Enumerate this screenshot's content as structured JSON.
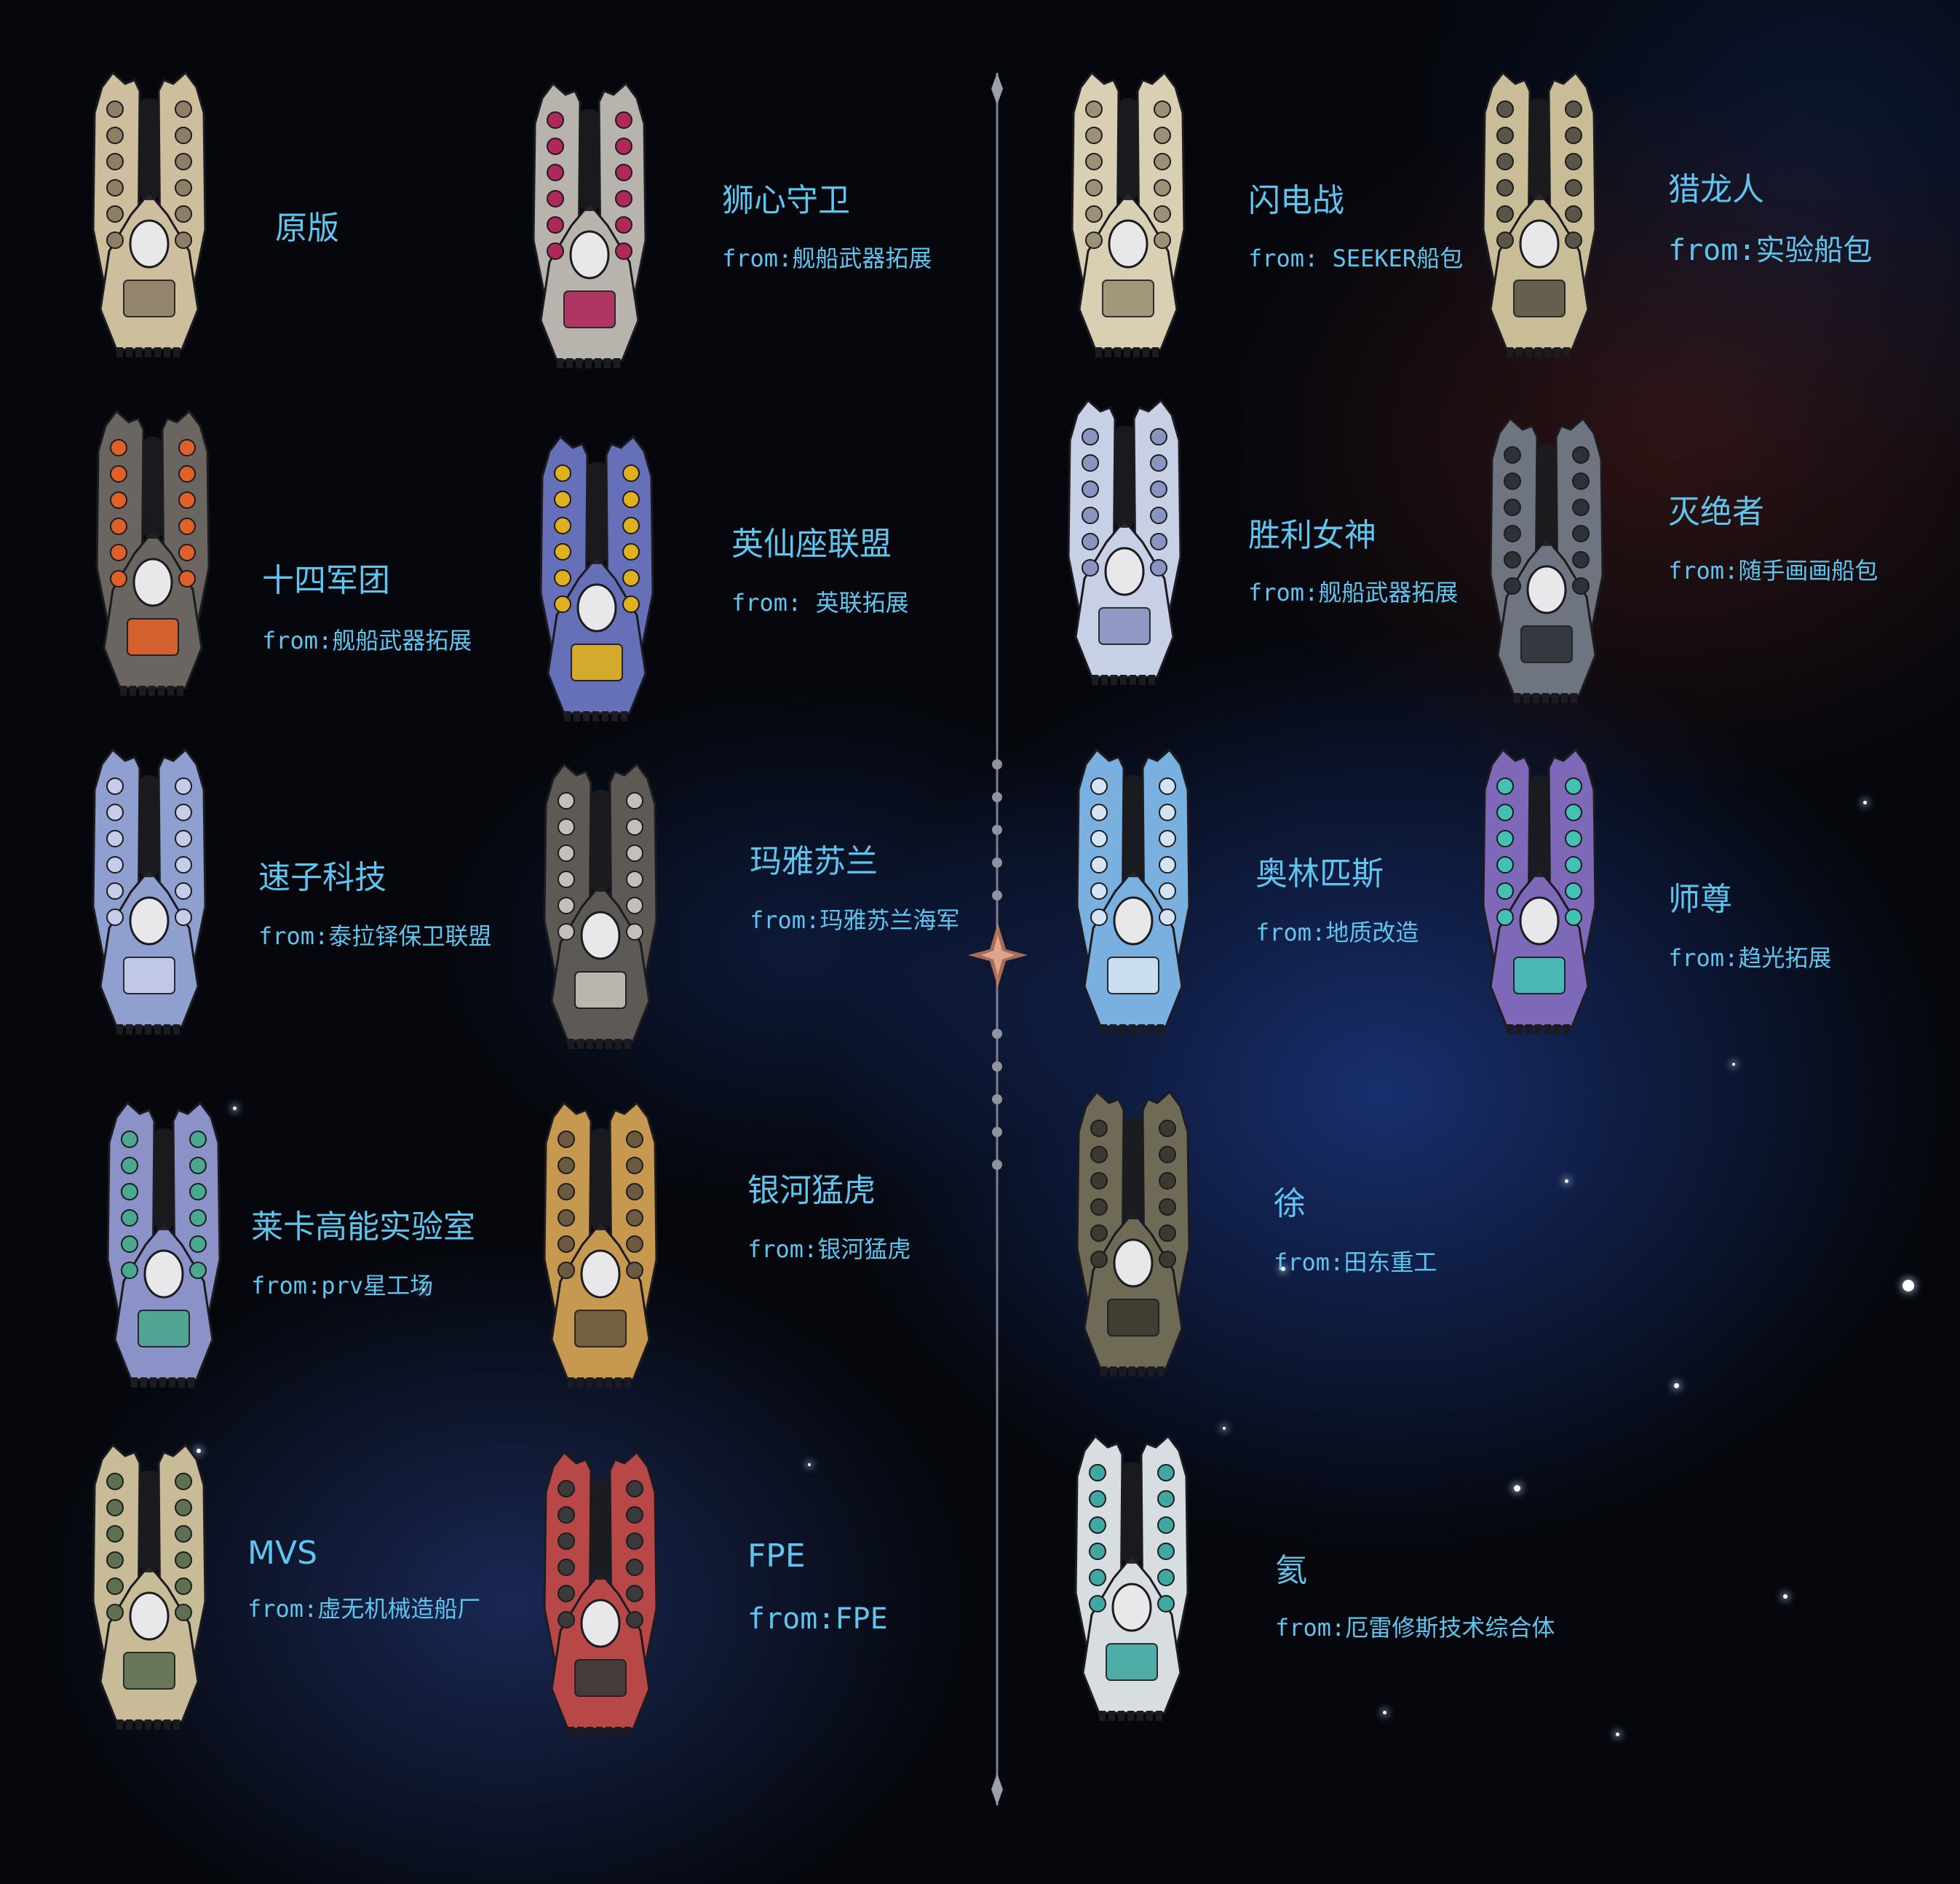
{
  "colors": {
    "label_text": "#5fc4ee",
    "divider_line": "#7c808a",
    "divider_accent": "#c77a5a"
  },
  "ships": [
    {
      "name": "原版",
      "from": "",
      "hull": "#cdbf9d",
      "accent": "#8c7f66"
    },
    {
      "name": "狮心守卫",
      "from": "from:舰船武器拓展",
      "hull": "#b8b3ad",
      "accent": "#b0285a"
    },
    {
      "name": "闪电战",
      "from": "from: SEEKER船包",
      "hull": "#d9cfb3",
      "accent": "#9c9176"
    },
    {
      "name": "猎龙人",
      "from": "from:实验船包",
      "hull": "#c9bd98",
      "accent": "#5a5548"
    },
    {
      "name": "十四军团",
      "from": "from:舰船武器拓展",
      "hull": "#6a6560",
      "accent": "#e0602a"
    },
    {
      "name": "英仙座联盟",
      "from": "from: 英联拓展",
      "hull": "#6570b8",
      "accent": "#e0b020"
    },
    {
      "name": "胜利女神",
      "from": "from:舰船武器拓展",
      "hull": "#c8d0e6",
      "accent": "#8a94c0"
    },
    {
      "name": "灭绝者",
      "from": "from:随手画画船包",
      "hull": "#6f7580",
      "accent": "#2e3238"
    },
    {
      "name": "速子科技",
      "from": "from:泰拉铎保卫联盟",
      "hull": "#8f9fd0",
      "accent": "#c6cde8"
    },
    {
      "name": "玛雅苏兰",
      "from": "from:玛雅苏兰海军",
      "hull": "#5d5a55",
      "accent": "#c2c0b8"
    },
    {
      "name": "奥林匹斯",
      "from": "from:地质改造",
      "hull": "#7ab0e0",
      "accent": "#d4e4f2"
    },
    {
      "name": "师尊",
      "from": "from:趋光拓展",
      "hull": "#7e68b8",
      "accent": "#45c0b5"
    },
    {
      "name": "莱卡高能实验室",
      "from": "from:prv星工场",
      "hull": "#8a92c8",
      "accent": "#4aa890"
    },
    {
      "name": "银河猛虎",
      "from": "from:银河猛虎",
      "hull": "#c79850",
      "accent": "#6b5a40"
    },
    {
      "name": "徐",
      "from": "from:田东重工",
      "hull": "#6e6a55",
      "accent": "#3c3a30"
    },
    {
      "name": "MVS",
      "from": "from:虚无机械造船厂",
      "hull": "#c8bc98",
      "accent": "#5e7050"
    },
    {
      "name": "FPE",
      "from": "from:FPE",
      "hull": "#b84848",
      "accent": "#3a3a3a"
    },
    {
      "name": "氦",
      "from": "from:厄雷修斯技术综合体",
      "hull": "#d8dde2",
      "accent": "#40a8a0"
    }
  ]
}
